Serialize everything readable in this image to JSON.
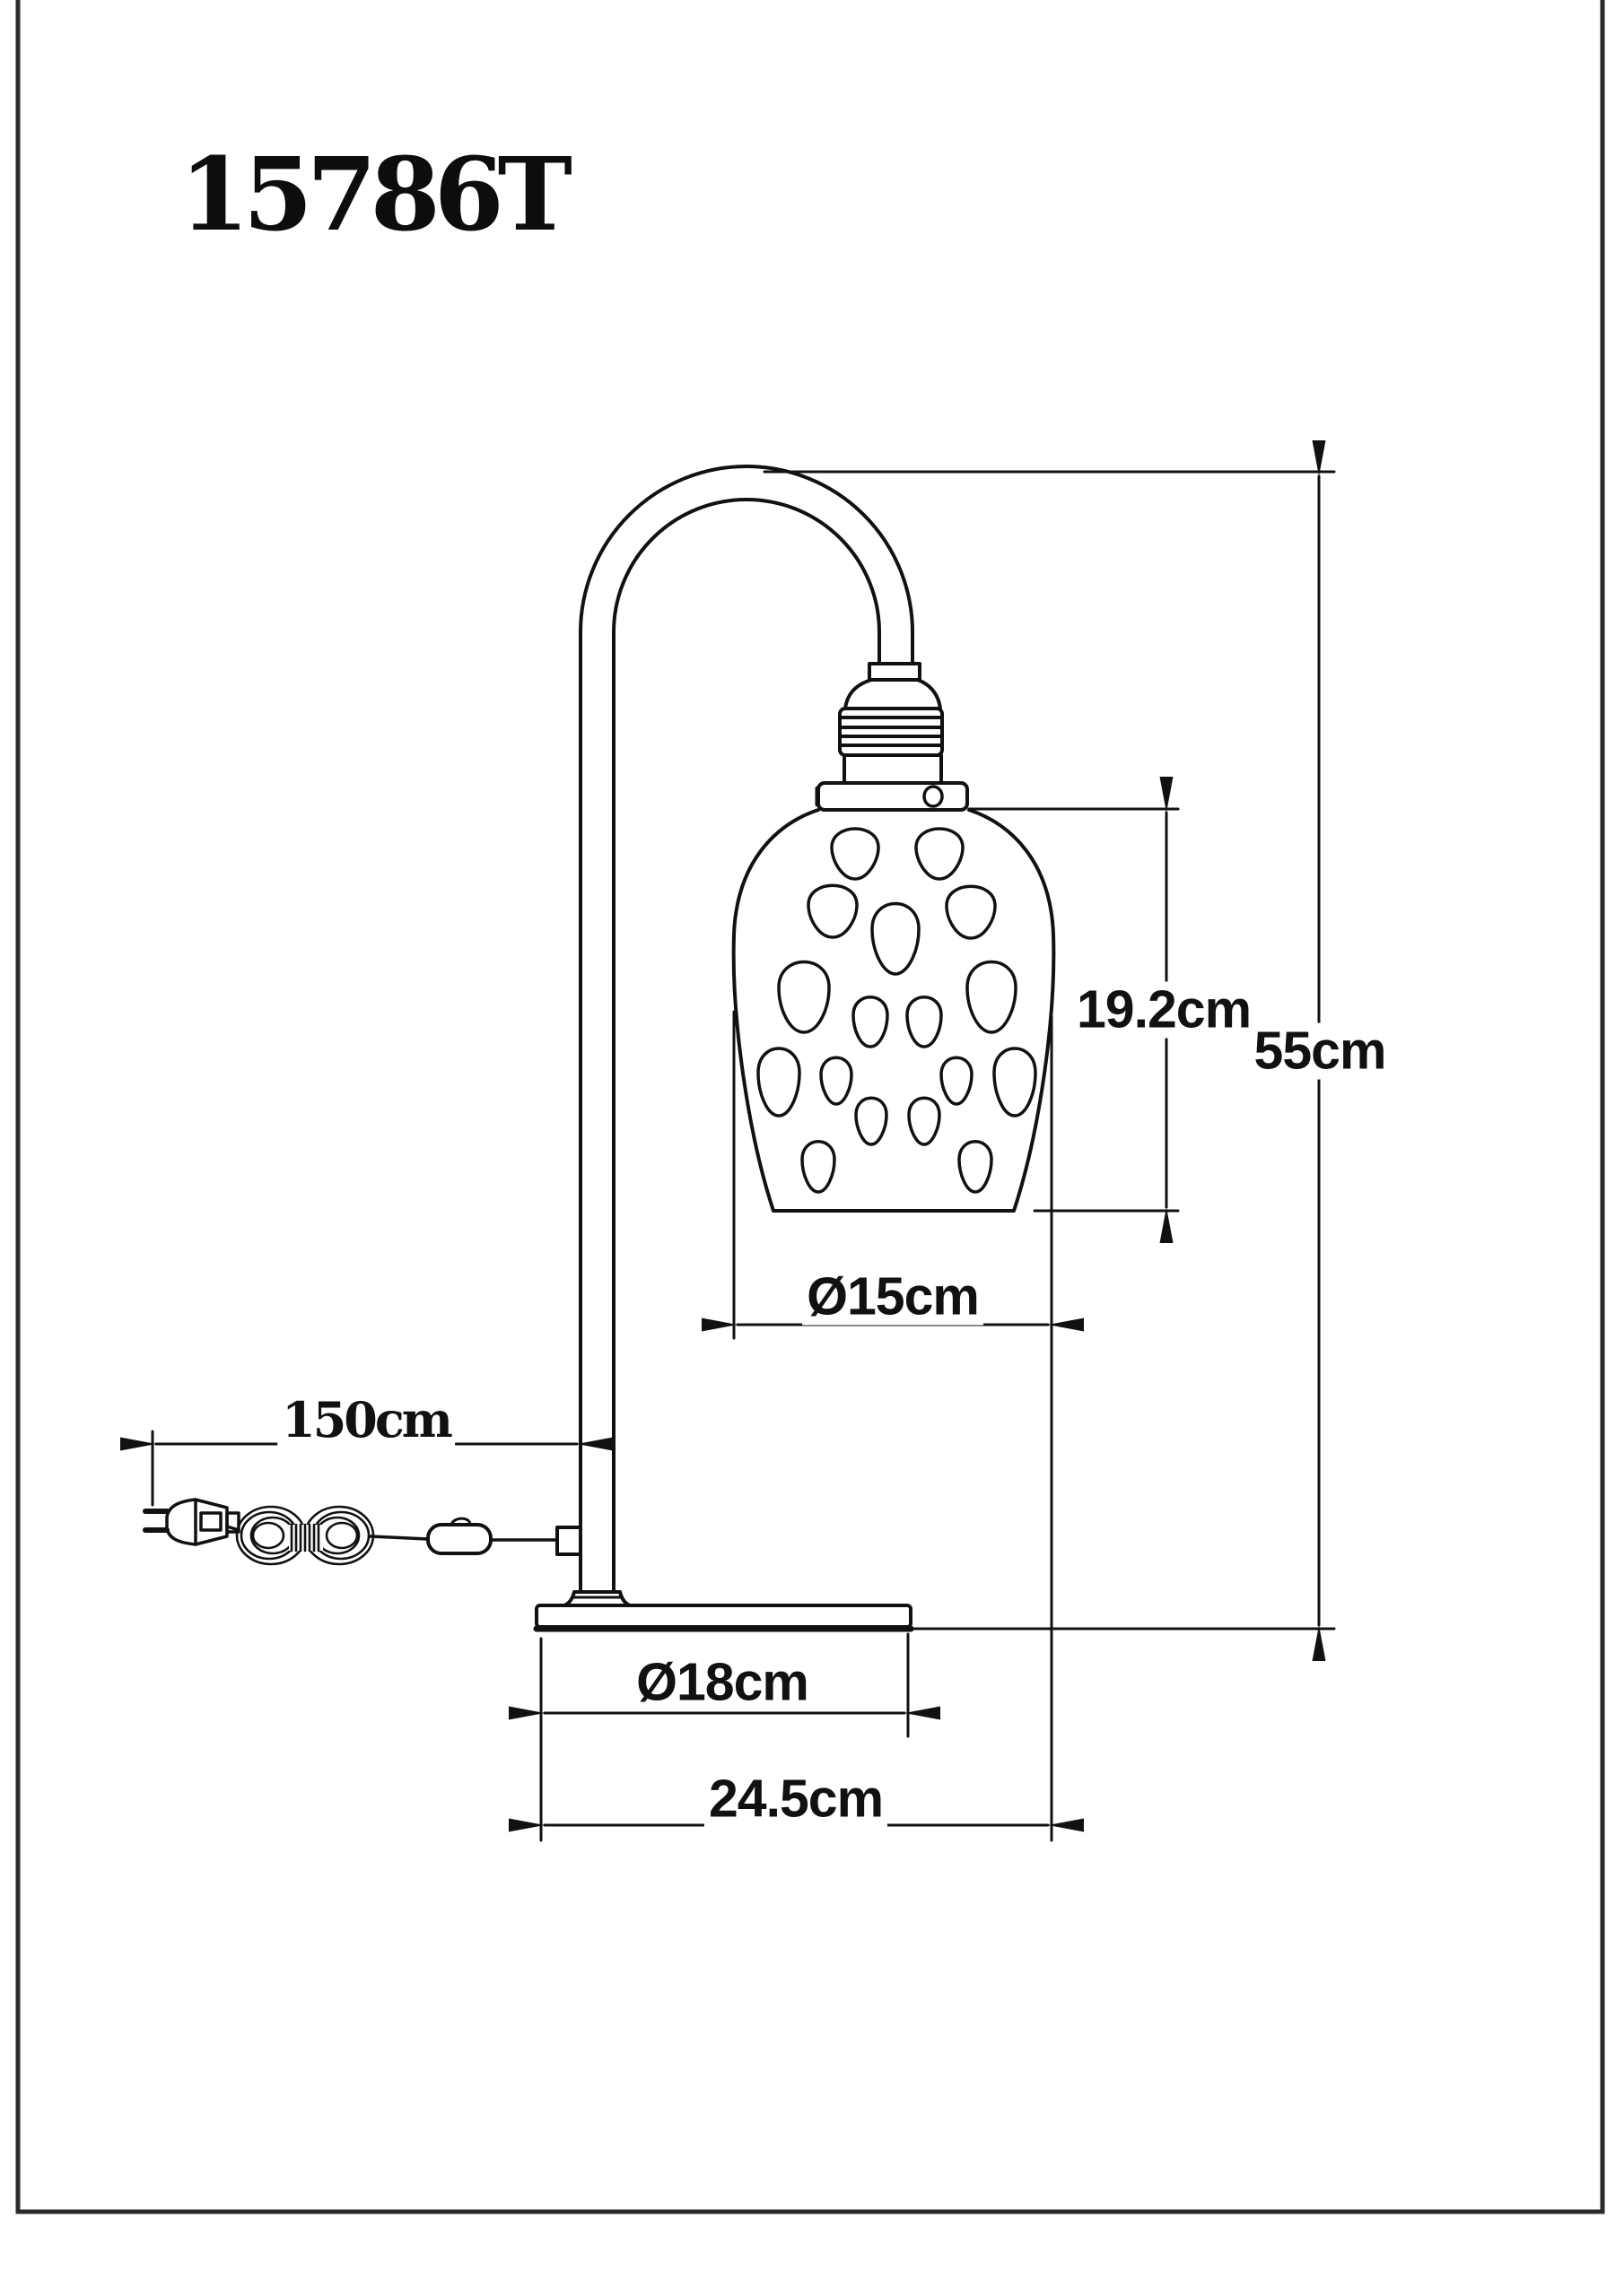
{
  "page": {
    "model_number": "15786T"
  },
  "dimensions": {
    "cord_length": "150cm",
    "shade_diameter": "Ø15cm",
    "shade_height": "19.2cm",
    "total_height": "55cm",
    "base_diameter": "Ø18cm",
    "base_depth": "24.5cm"
  },
  "colors": {
    "line": "#111111",
    "background": "#ffffff",
    "frame": "#2a2a2a"
  }
}
